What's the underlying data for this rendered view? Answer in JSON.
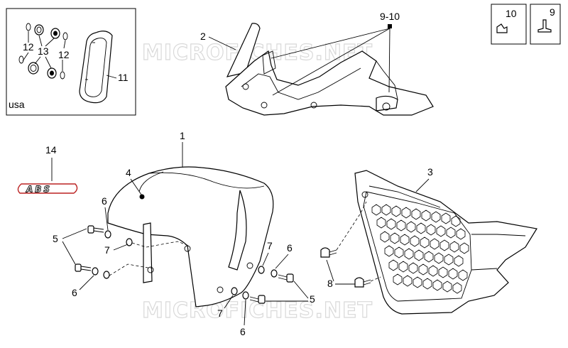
{
  "watermark": "MICROFICHES.NET",
  "inset": {
    "region_label": "usa"
  },
  "boxes": [
    {
      "number": "10"
    },
    {
      "number": "9"
    }
  ],
  "abs_badge": "ABS",
  "callouts": {
    "c1": "1",
    "c2": "2",
    "c3": "3",
    "c4": "4",
    "c5a": "5",
    "c5b": "5",
    "c6a": "6",
    "c6b": "6",
    "c6c": "6",
    "c6d": "6",
    "c7a": "7",
    "c7b": "7",
    "c7c": "7",
    "c8": "8",
    "c910": "9-10",
    "c11": "11",
    "c12a": "12",
    "c12b": "12",
    "c13": "13",
    "c14": "14"
  }
}
